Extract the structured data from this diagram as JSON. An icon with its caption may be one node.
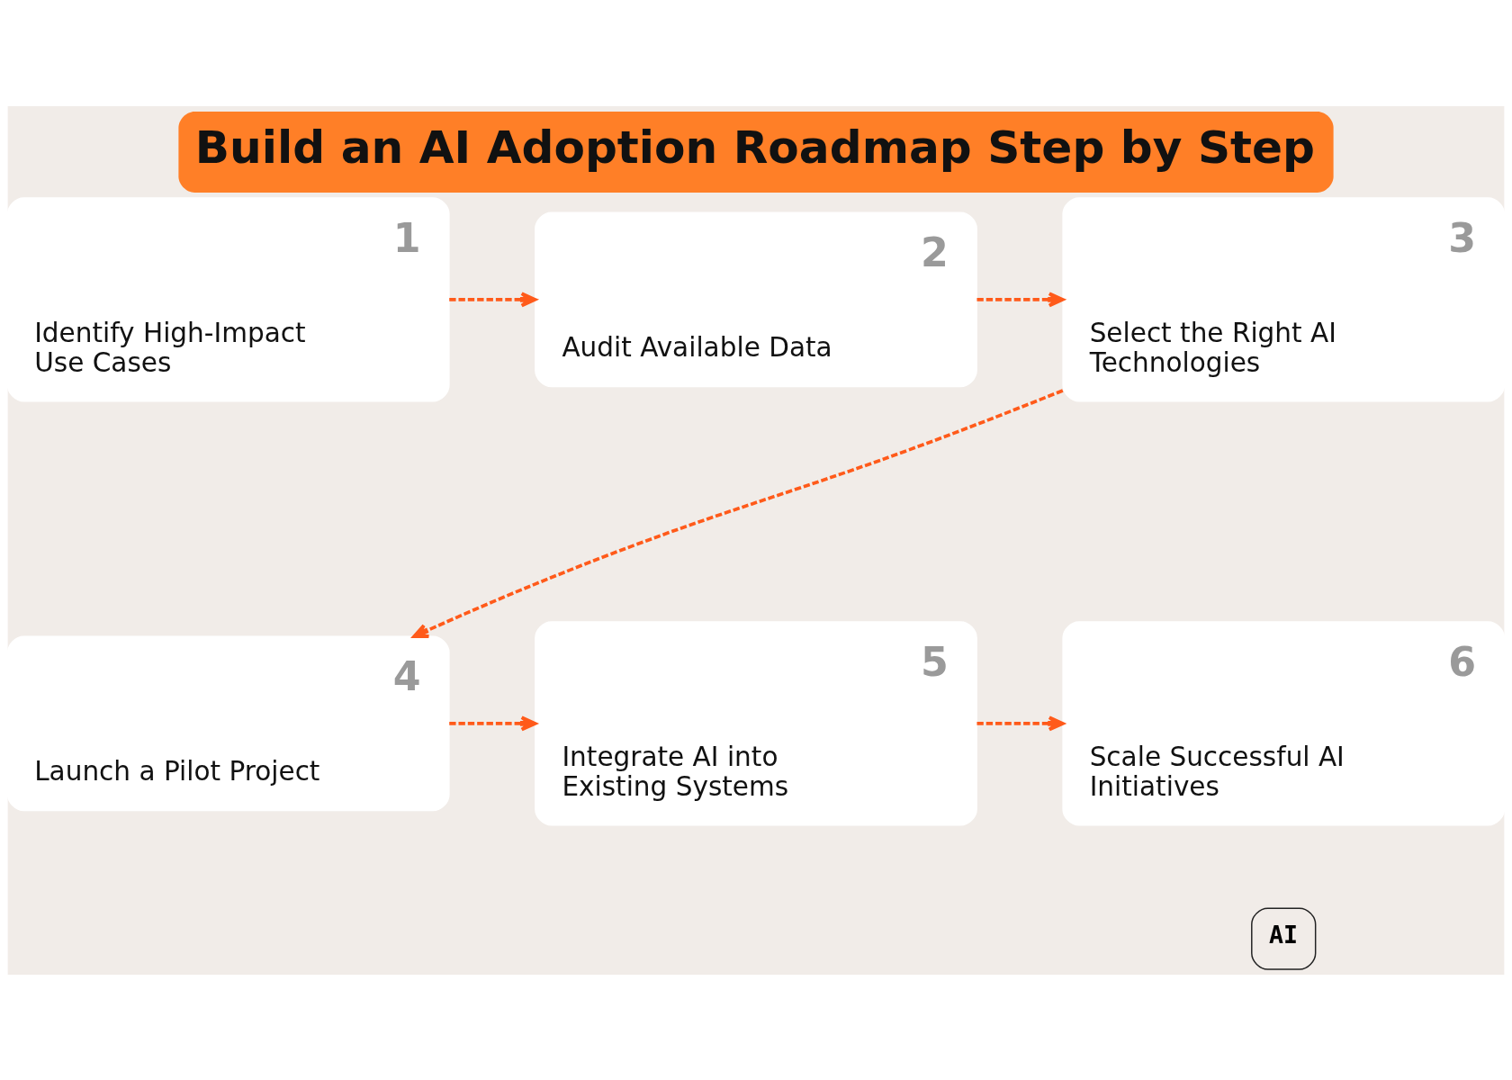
{
  "diagram": {
    "title": "Build an AI Adoption Roadmap Step by Step",
    "nodes": [
      {
        "text": [
          "1",
          "Identify High-Impact Use Cases"
        ]
      },
      {
        "text": [
          "2",
          "Audit Available Data"
        ]
      },
      {
        "text": [
          "3",
          "Select the Right AI Technologies"
        ]
      },
      {
        "text": [
          "4",
          "Launch a Pilot Project"
        ]
      },
      {
        "text": [
          "5",
          "Integrate AI into Existing Systems"
        ]
      },
      {
        "text": [
          "6",
          "Scale Successful AI Initiatives"
        ]
      }
    ],
    "edges": [
      {
        "from": 0,
        "to": 1,
        "arrow": "to",
        "style": "dashed"
      },
      {
        "from": 1,
        "to": 2,
        "arrow": "to",
        "style": "dashed"
      },
      {
        "from": 2,
        "to": 3,
        "arrow": "to",
        "style": "dashed"
      },
      {
        "from": 3,
        "to": 4,
        "arrow": "to",
        "style": "dashed"
      },
      {
        "from": 4,
        "to": 5,
        "arrow": "to",
        "style": "dashed"
      }
    ],
    "labels": [
      "AI"
    ]
  }
}
